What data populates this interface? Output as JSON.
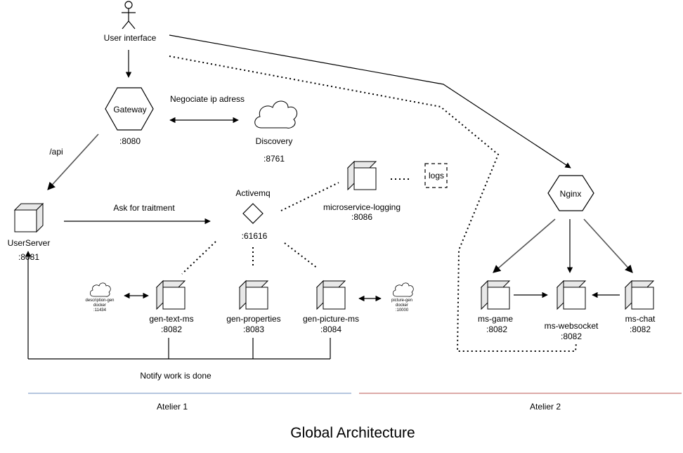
{
  "nodes": {
    "user": {
      "label": "User interface"
    },
    "gateway": {
      "label": "Gateway",
      "port": ":8080"
    },
    "discovery": {
      "label": "Discovery",
      "port": ":8761"
    },
    "userserver": {
      "label": "UserServer",
      "port": ":8081"
    },
    "activemq": {
      "label": "Activemq",
      "port": ":61616"
    },
    "logging": {
      "label": "microservice-logging",
      "port": ":8086"
    },
    "logs": {
      "label": "logs"
    },
    "textms": {
      "label": "gen-text-ms",
      "port": ":8082"
    },
    "props": {
      "label": "gen-properties",
      "port": ":8083"
    },
    "picms": {
      "label": "gen-picture-ms",
      "port": ":8084"
    },
    "descgen": {
      "line1": "description-gen",
      "line2": "docker",
      "line3": ":11434"
    },
    "picgen": {
      "line1": "picture-gen",
      "line2": "docker",
      "line3": ":10000"
    },
    "nginx": {
      "label": "Nginx"
    },
    "game": {
      "label": "ms-game",
      "port": ":8082"
    },
    "websocket": {
      "label": "ms-websocket",
      "port": ":8082"
    },
    "chat": {
      "label": "ms-chat",
      "port": ":8082"
    }
  },
  "edges": {
    "api": "/api",
    "negotiate": "Negociate ip adress",
    "ask": "Ask for traitment",
    "notify": "Notify work is done"
  },
  "sections": {
    "atelier1": {
      "label": "Atelier 1",
      "color": "#6c8ebf"
    },
    "atelier2": {
      "label": "Atelier 2",
      "color": "#b85450"
    }
  },
  "title": "Global Architecture"
}
